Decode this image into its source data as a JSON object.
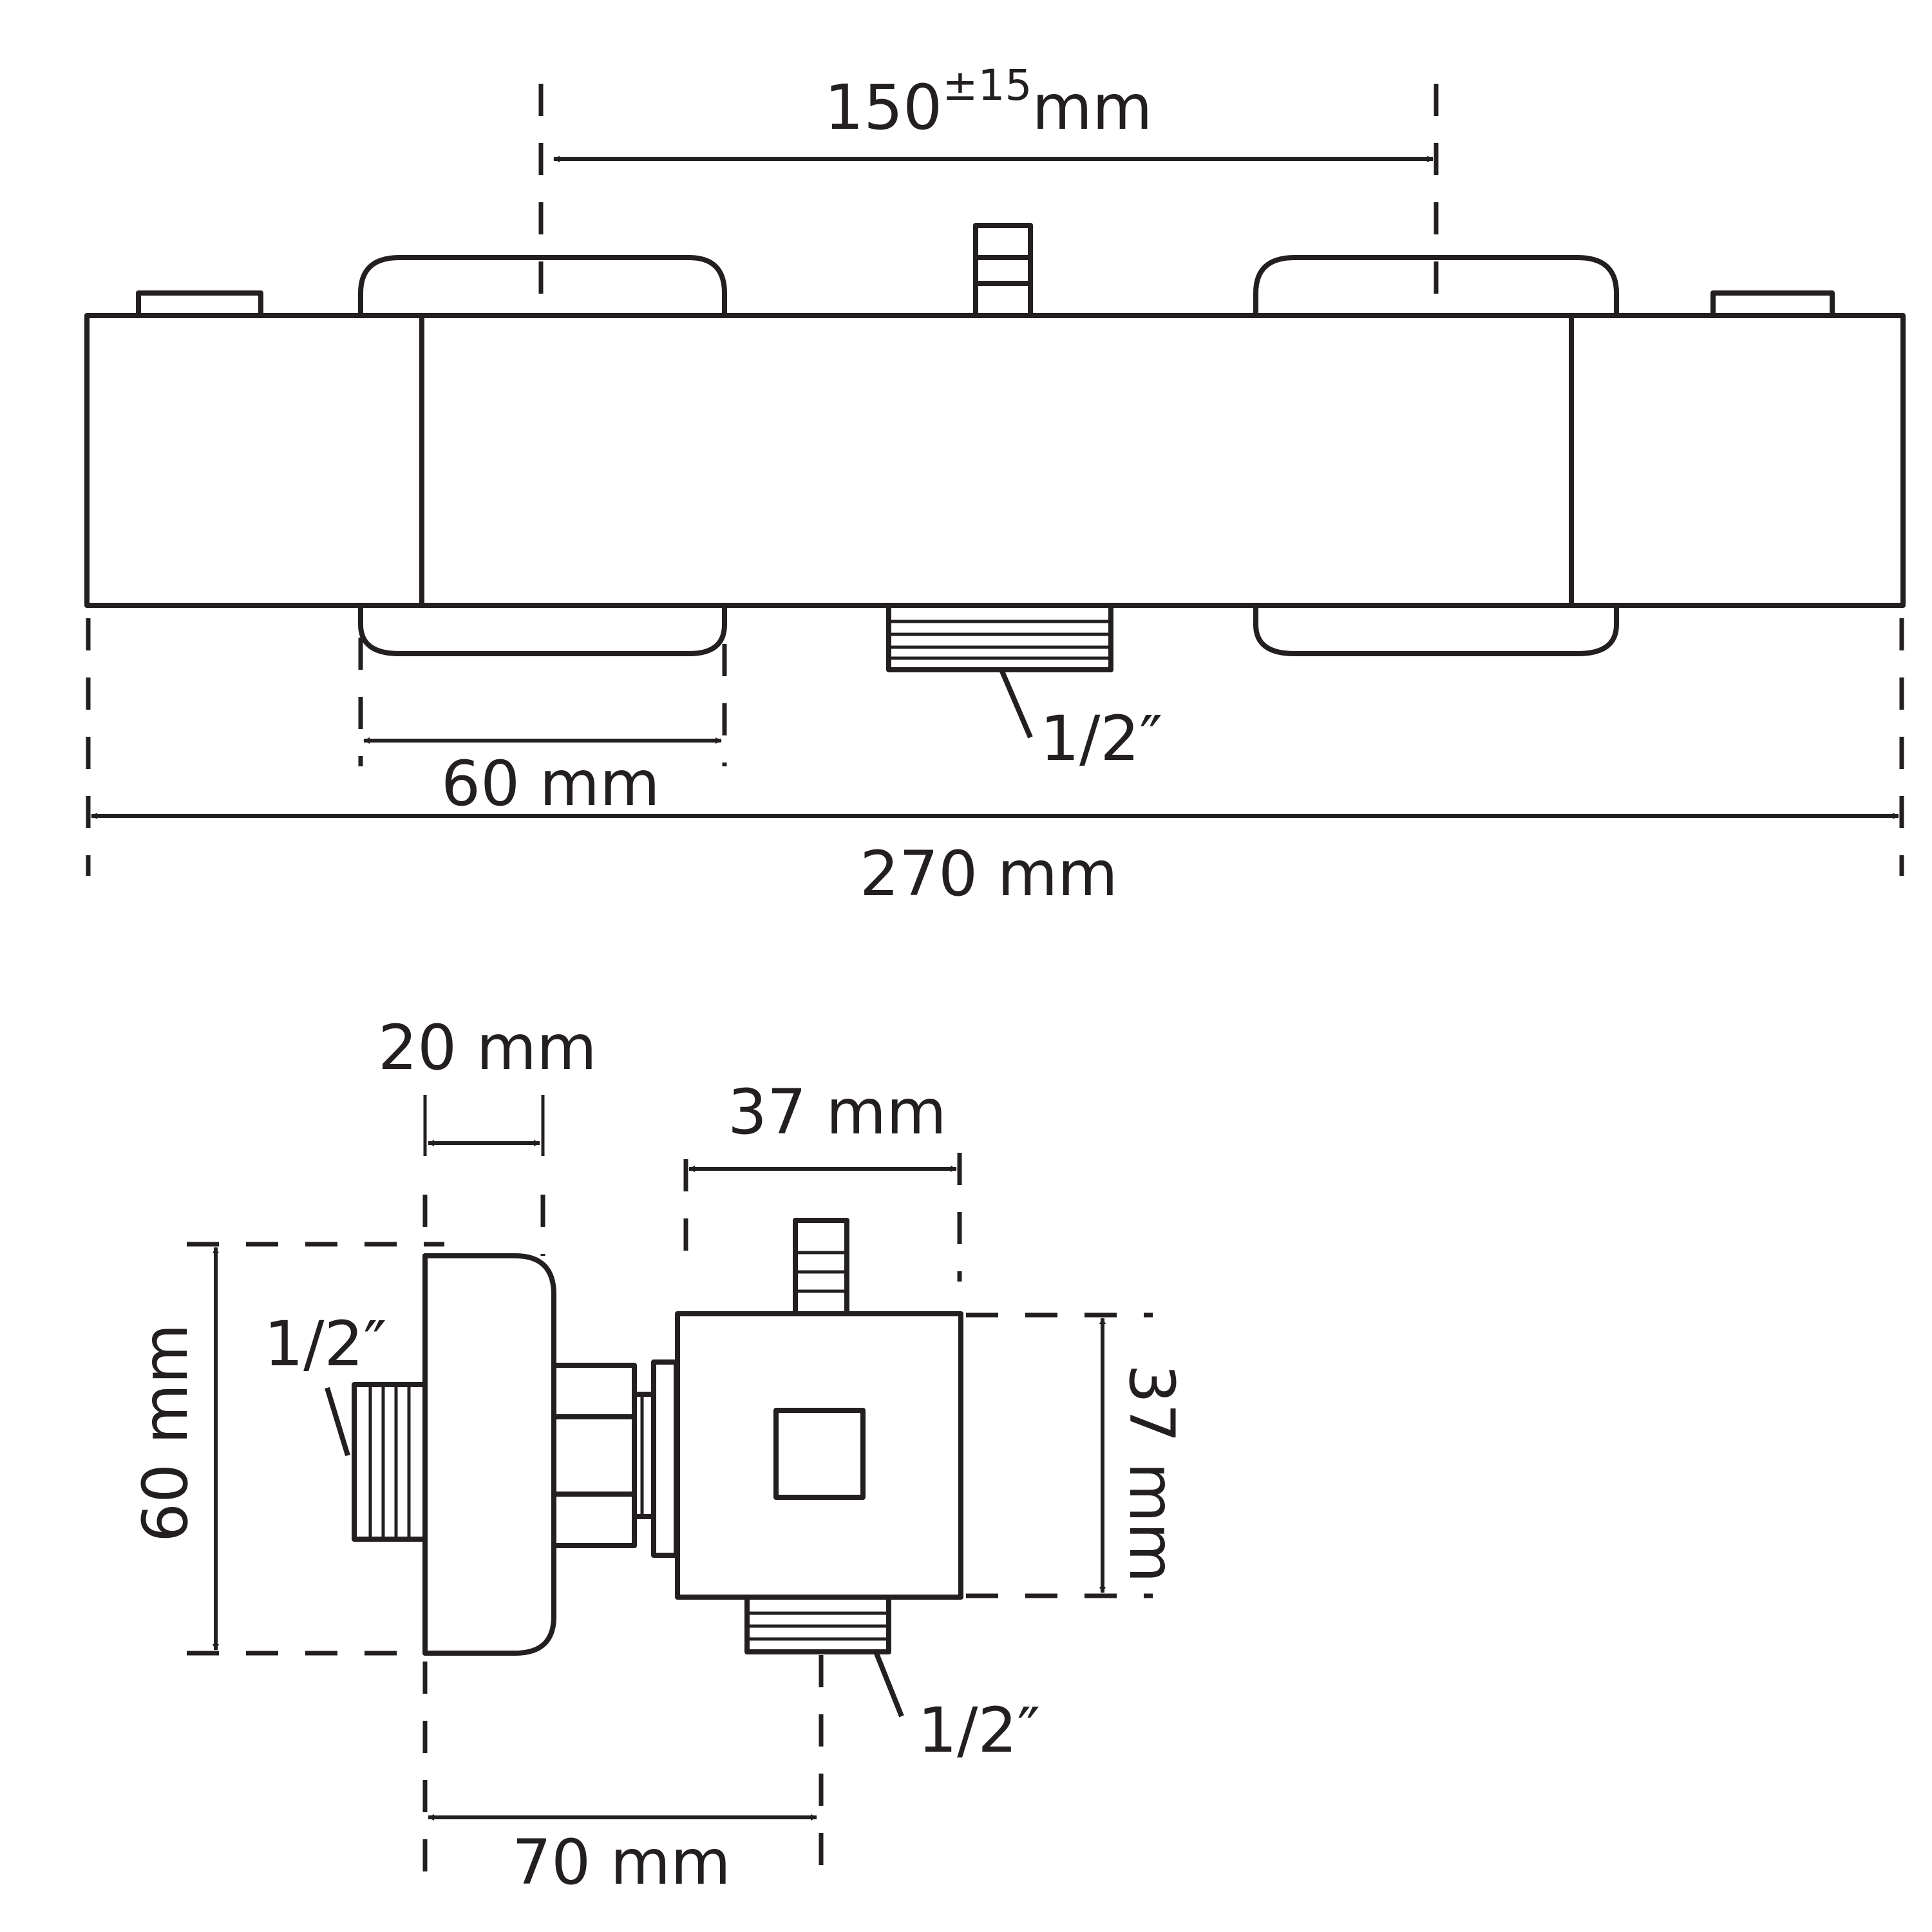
{
  "top_view": {
    "spacing_value": "150",
    "spacing_tolerance": "±15",
    "spacing_unit": "mm",
    "handle_width": "60 mm",
    "outlet_thread": "1/2″",
    "total_length": "270 mm"
  },
  "side_view": {
    "wall_plate_depth": "20 mm",
    "body_width": "37 mm",
    "wall_height": "60 mm",
    "body_height": "37 mm",
    "inlet_thread": "1/2″",
    "outlet_thread": "1/2″",
    "projection": "70 mm"
  }
}
